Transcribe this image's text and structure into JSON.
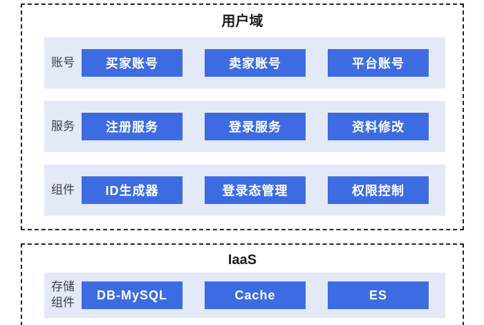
{
  "colors": {
    "node_bg": "#3d6ce2",
    "node_text": "#ffffff",
    "panel_bg": "#e4e9f7",
    "label_text": "#3a3f47",
    "title_text": "#1a1a1a",
    "border": "#1f1f1f",
    "canvas_bg": "#ffffff"
  },
  "diagram": {
    "domains": [
      {
        "title": "用户域",
        "rows": [
          {
            "label": "账号",
            "items": [
              "买家账号",
              "卖家账号",
              "平台账号"
            ]
          },
          {
            "label": "服务",
            "items": [
              "注册服务",
              "登录服务",
              "资料修改"
            ]
          },
          {
            "label": "组件",
            "items": [
              "ID生成器",
              "登录态管理",
              "权限控制"
            ]
          }
        ]
      },
      {
        "title": "IaaS",
        "rows": [
          {
            "label": "存储组件",
            "items": [
              "DB-MySQL",
              "Cache",
              "ES"
            ]
          }
        ]
      }
    ]
  }
}
